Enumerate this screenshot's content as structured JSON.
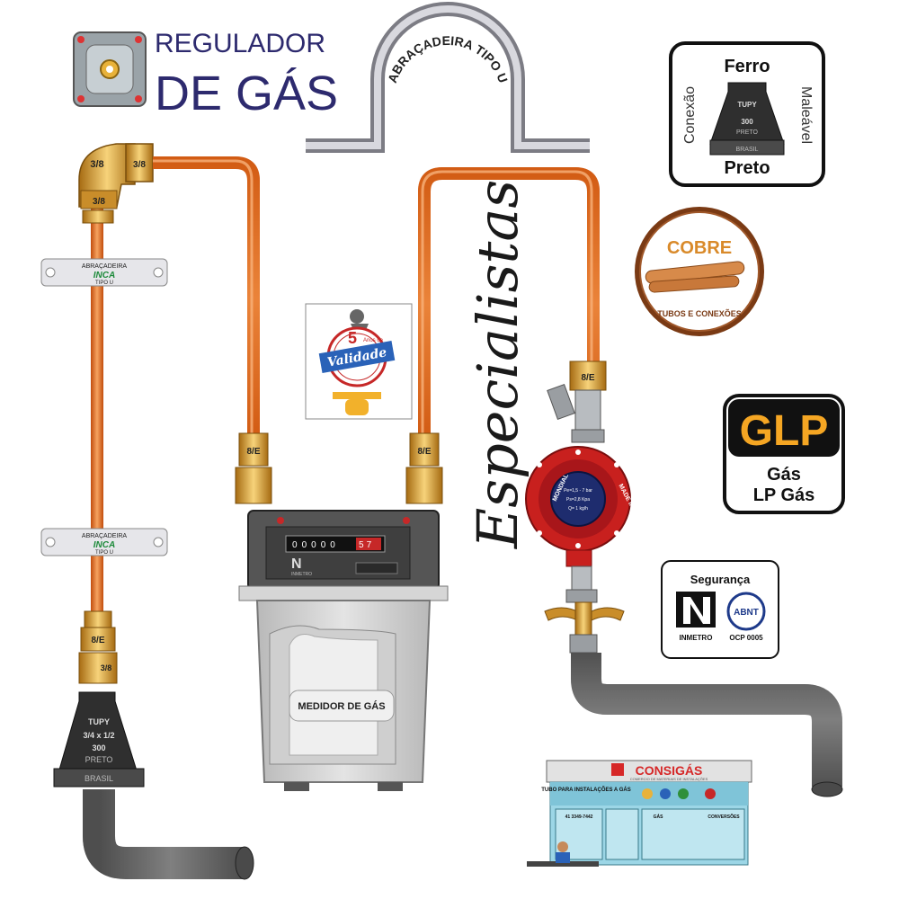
{
  "regulator_title": {
    "line1": "REGULADOR",
    "line2": "DE GÁS"
  },
  "u_clamp_top_label": "ABRAÇADEIRA TIPO U",
  "pipe_clamps": [
    {
      "line1": "ABRAÇADEIRA",
      "brand": "INCA",
      "line2": "TIPO U"
    },
    {
      "line1": "ABRAÇADEIRA",
      "brand": "INCA",
      "line2": "TIPO U"
    }
  ],
  "fitting_labels": {
    "elbow_top": "3/8",
    "elbow_side": "3/8",
    "elbow_bottom": "3/8",
    "left_lower_nut": "8/E",
    "left_lower_adapter": "3/8",
    "meter_left_nut": "8/E",
    "meter_right_nut": "8/E",
    "valve_nut": "8/E"
  },
  "tupy_reducer": {
    "brand": "TUPY",
    "size": "3/4 x 1/2",
    "code": "300",
    "finish": "PRETO",
    "country": "BRASIL"
  },
  "validity_card": {
    "years": "5",
    "years_text": "Anos de",
    "stamp": "Validade"
  },
  "gas_meter": {
    "counter_digits": [
      "0",
      "0",
      "0",
      "0",
      "0"
    ],
    "counter_red_digits": [
      "5",
      "7"
    ],
    "label": "MEDIDOR DE GÁS",
    "logo": "N",
    "maker": "INMETRO"
  },
  "script_title": "Especialistas",
  "regulator_dial": {
    "ring_left": "MONDIAL",
    "ring_right": "MADE IN ITALY",
    "spec1": "Pe=1,5 - 7 bar",
    "spec2": "Ps=2,8 Kpa",
    "spec3": "Q= 1 kg/h"
  },
  "ferro_badge": {
    "top": "Ferro",
    "bottom": "Preto",
    "left": "Conexão",
    "right": "Maleável",
    "brand": "TUPY",
    "code": "300",
    "finish": "PRETO",
    "country": "BRASIL"
  },
  "cobre_badge": {
    "title": "COBRE",
    "subtitle": "TUBOS E CONEXÕES"
  },
  "glp_badge": {
    "title": "GLP",
    "line1": "Gás",
    "line2": "LP Gás"
  },
  "seguranca_badge": {
    "title": "Segurança",
    "inmetro": "INMETRO",
    "abnt": "ABNT",
    "ocp": "OCP 0005"
  },
  "store": {
    "name": "CONSIGÁS",
    "tagline": "COMERCIO DE MATERIAIS DE INSTALAÇÕES",
    "sign": "TUBO PARA INSTALAÇÕES A GÁS",
    "phone": "41 3349-7442",
    "section1": "GÁS",
    "section2": "CONVERSÕES"
  },
  "colors": {
    "copper": "#e06a1c",
    "brass": "#d9a340",
    "steel": "#5a5a5a",
    "regulator_red": "#c8201e",
    "glp_orange": "#f5a623",
    "sky": "#9cd6e6"
  }
}
